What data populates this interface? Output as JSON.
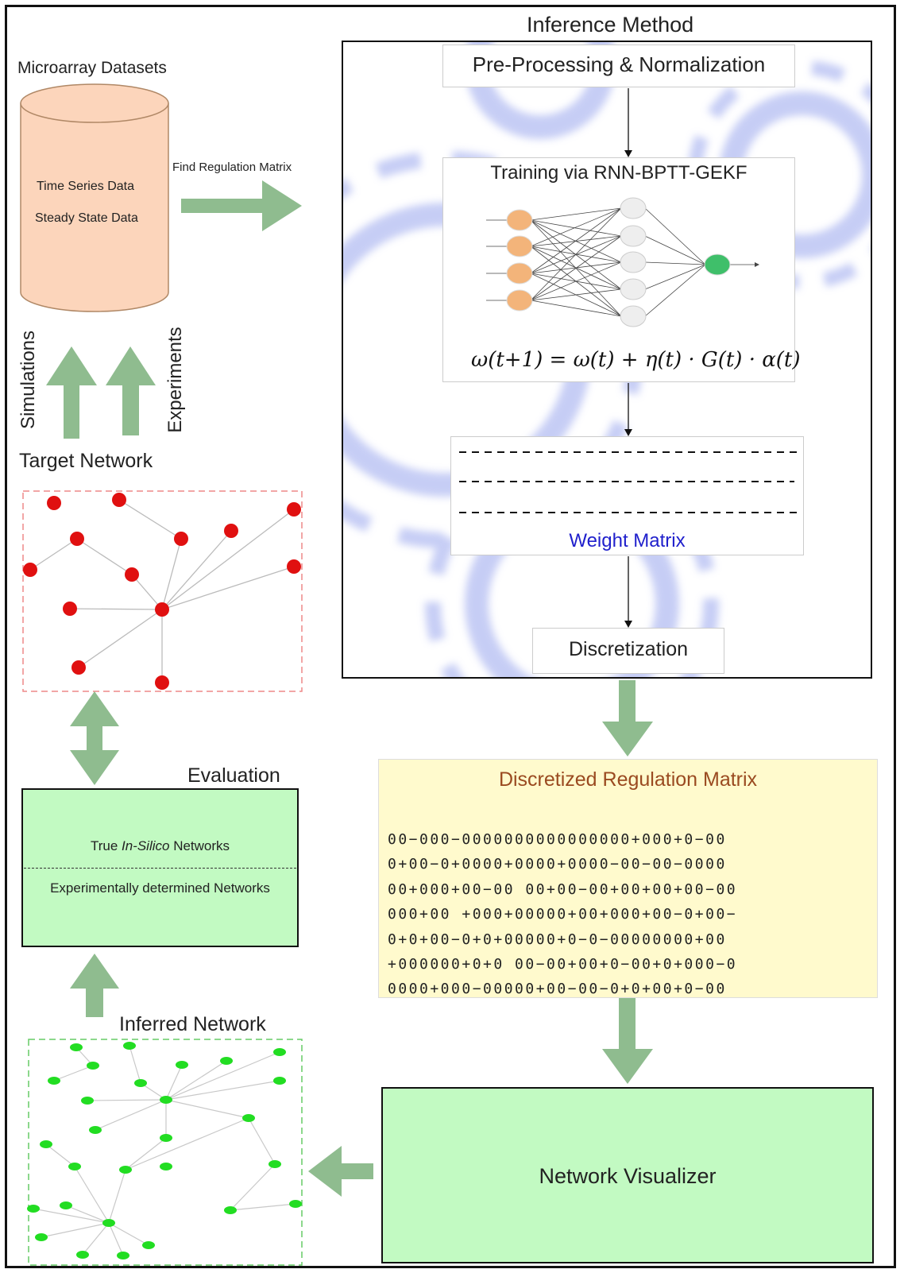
{
  "left": {
    "datasets_title": "Microarray Datasets",
    "cylinder_lines": [
      "Time Series Data",
      "Steady State Data"
    ],
    "simulations_label": "Simulations",
    "experiments_label": "Experiments",
    "target_network_title": "Target Network",
    "evaluation_title": "Evaluation",
    "evaluation_line1_prefix": "True ",
    "evaluation_line1_italic": "In-Silico",
    "evaluation_line1_suffix": " Networks",
    "evaluation_line2": "Experimentally determined Networks",
    "inferred_network_title": "Inferred Network"
  },
  "flow": {
    "find_regulation_label": "Find Regulation Matrix"
  },
  "inference": {
    "title": "Inference Method",
    "preprocessing_label": "Pre-Processing & Normalization",
    "training_title": "Training via RNN-BPTT-GEKF",
    "weight_matrix_label": "Weight Matrix",
    "discretization_label": "Discretization"
  },
  "matrix": {
    "title": "Discretized Regulation Matrix",
    "rows": [
      "00−000−0000000000000000+000+0−00",
      "0+00−0+0000+0000+0000−00−00−0000",
      "00+000+00−00 00+00−00+00+00+00−00",
      "000+00 +000+00000+00+000+00−0+00−",
      "0+0+00−0+0+00000+0−0−00000000+00",
      "+000000+0+0 00−00+00+0−00+0+000−0",
      "0000+000−00000+00−00−0+0+00+0−00"
    ]
  },
  "visualizer": {
    "label": "Network Visualizer"
  },
  "colors": {
    "cylinder_fill": "#fcd5bb",
    "arrow_green": "#8fbc8f",
    "green_box": "#c2fac2",
    "yellow_box": "#fffacd",
    "red_node": "#e01010",
    "green_node": "#22dd22",
    "gear_blue": "#b4bdf2",
    "weight_blue": "#2020cc",
    "matrix_title": "#9a4a20"
  }
}
